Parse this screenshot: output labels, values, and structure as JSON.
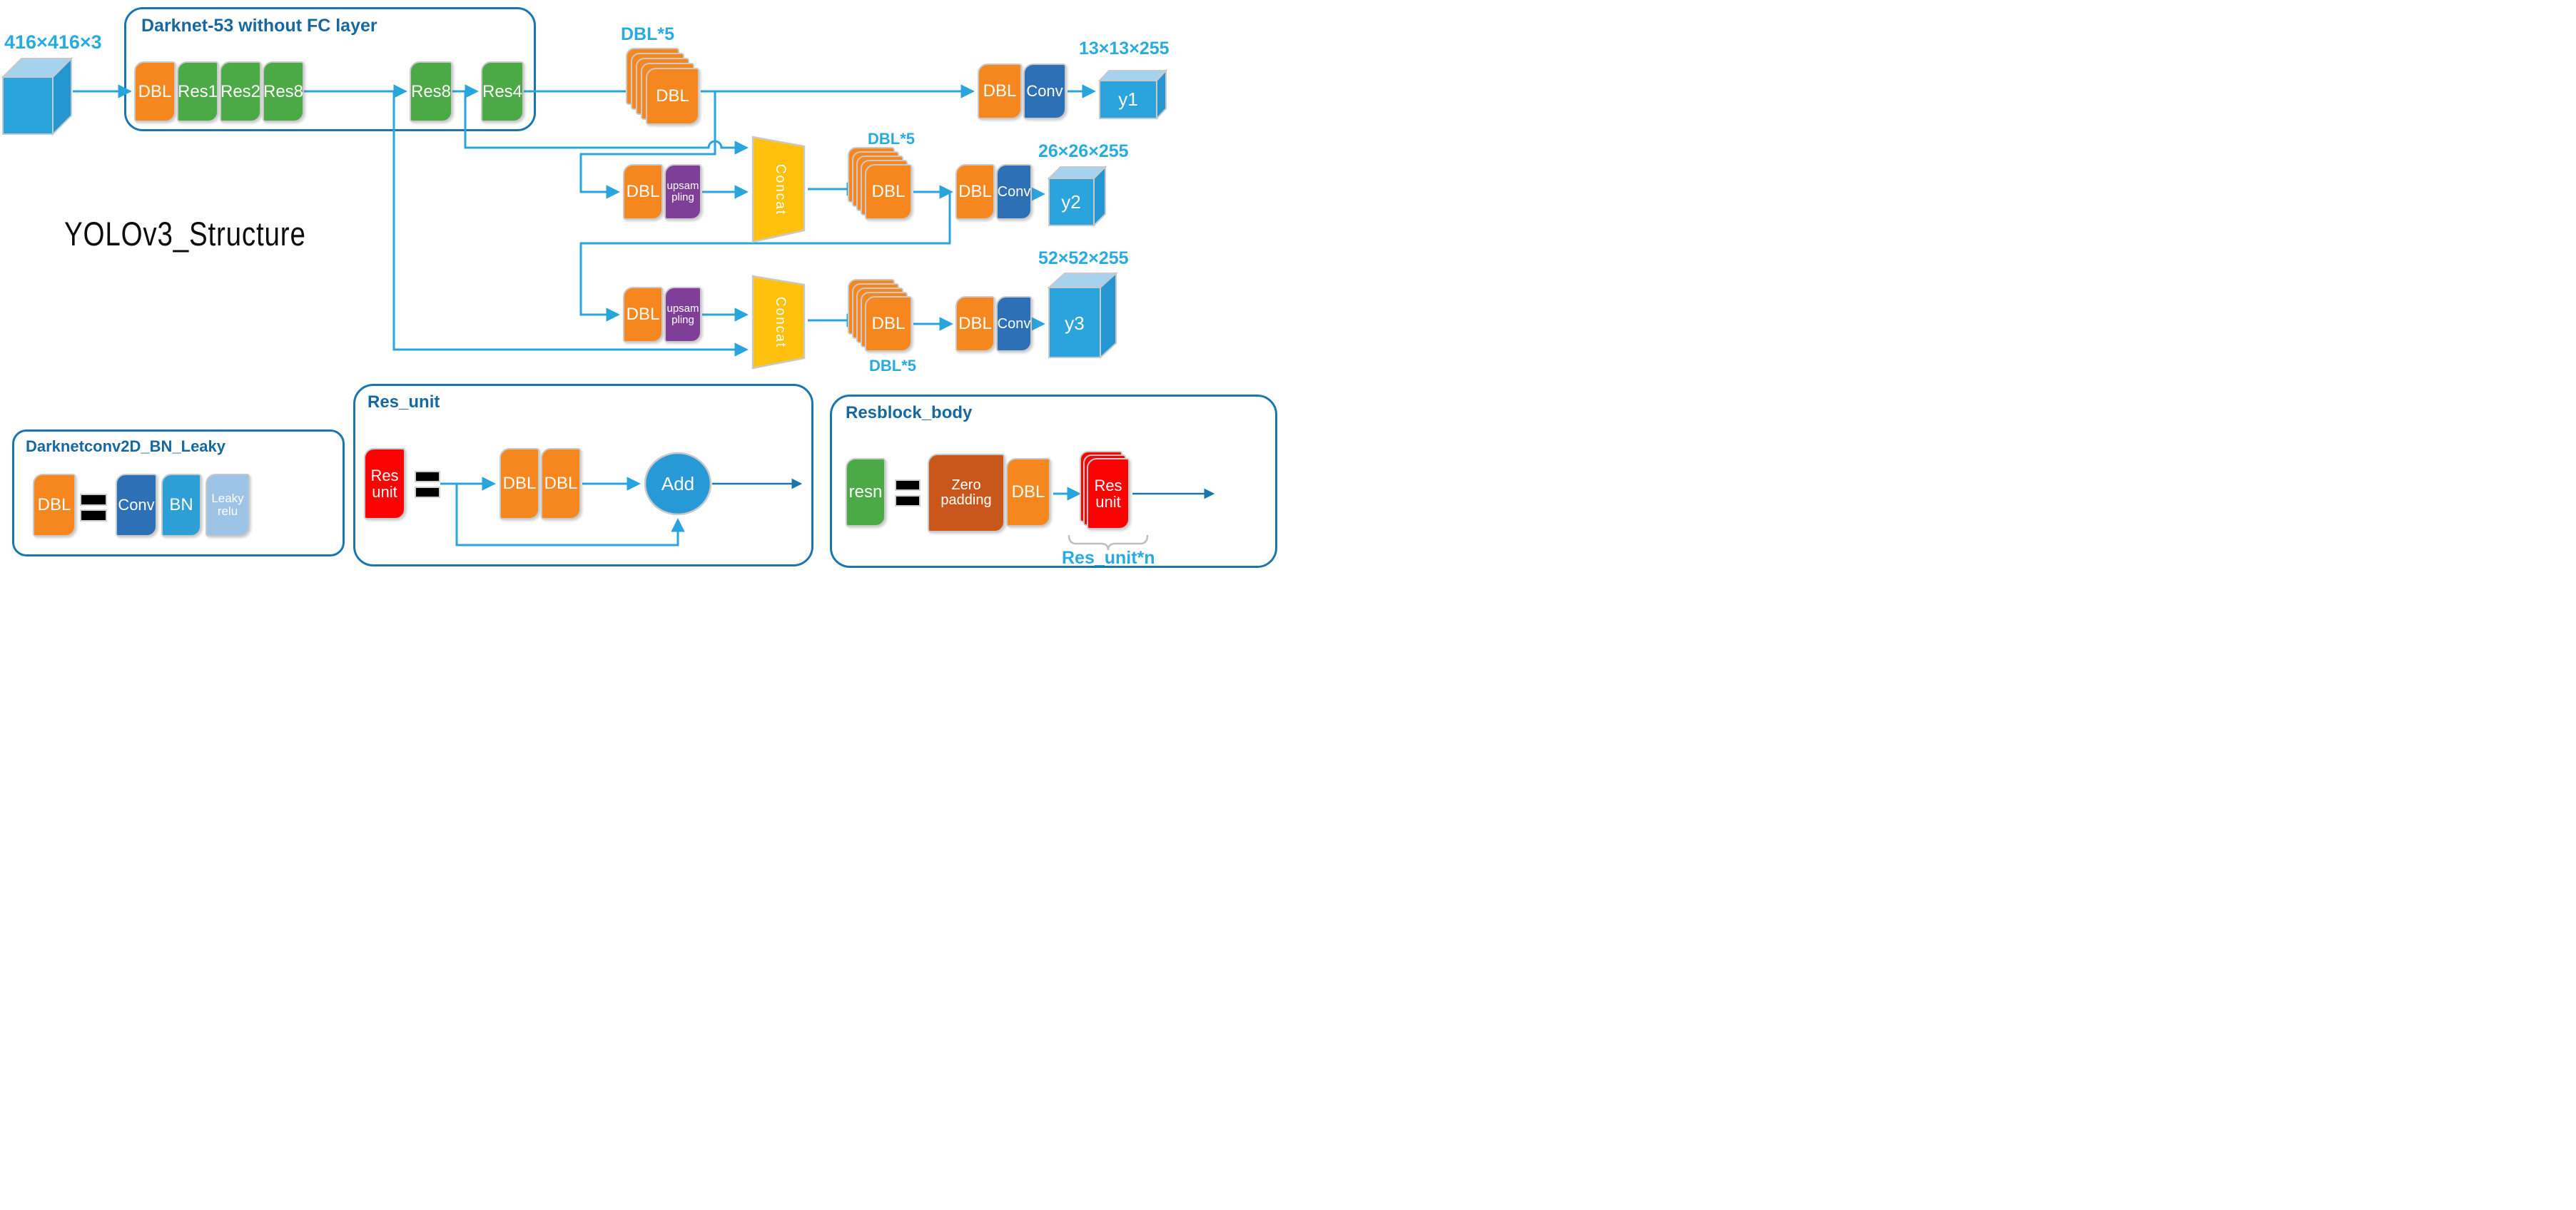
{
  "diagram_title": "YOLOv3_Structure",
  "input": {
    "dims": "416×416×3"
  },
  "darknet": {
    "title": "Darknet-53 without FC layer",
    "dbl": "DBL",
    "res1": "Res1",
    "res2": "Res2",
    "res8a": "Res8",
    "res8b": "Res8",
    "res4": "Res4"
  },
  "scale1": {
    "stack_label": "DBL*5",
    "stack_front": "DBL",
    "dbl": "DBL",
    "conv": "Conv",
    "out": "y1",
    "dims": "13×13×255"
  },
  "scale2": {
    "dbl": "DBL",
    "upsampling_line1": "upsam",
    "upsampling_line2": "pling",
    "concat": "Concat",
    "stack_label": "DBL*5",
    "stack_front": "DBL",
    "dbl2": "DBL",
    "conv": "Conv",
    "out": "y2",
    "dims": "26×26×255"
  },
  "scale3": {
    "dbl": "DBL",
    "upsampling_line1": "upsam",
    "upsampling_line2": "pling",
    "concat": "Concat",
    "stack_label": "DBL*5",
    "stack_front": "DBL",
    "dbl2": "DBL",
    "conv": "Conv",
    "out": "y3",
    "dims": "52×52×255"
  },
  "legend_dbl": {
    "title": "Darknetconv2D_BN_Leaky",
    "dbl": "DBL",
    "conv": "Conv",
    "bn": "BN",
    "leaky_line1": "Leaky",
    "leaky_line2": "relu"
  },
  "legend_res_unit": {
    "title": "Res_unit",
    "res_line1": "Res",
    "res_line2": "unit",
    "dbl1": "DBL",
    "dbl2": "DBL",
    "add": "Add"
  },
  "legend_resblock": {
    "title": "Resblock_body",
    "resn": "resn",
    "zero_line1": "Zero",
    "zero_line2": "padding",
    "dbl": "DBL",
    "res_line1": "Res",
    "res_line2": "unit",
    "multiplier": "Res_unit*n"
  },
  "colors": {
    "dbl_orange": "#F6871F",
    "res_green": "#4BA946",
    "conv_blue": "#2D70B6",
    "bn_blue": "#2E9FD6",
    "leaky_blue": "#9DC3E6",
    "upsampling_purple": "#7F3F98",
    "concat_yellow": "#FFC10D",
    "res_unit_red": "#FB0303",
    "zero_padding_orange": "#C9571C",
    "cube_blue": "#2BA3DC",
    "cube_top_blue": "#A5D2ED",
    "accent_azure": "#29ABE2",
    "frame_blue": "#1B76AE",
    "arrow_blue": "#2AA4DC"
  }
}
